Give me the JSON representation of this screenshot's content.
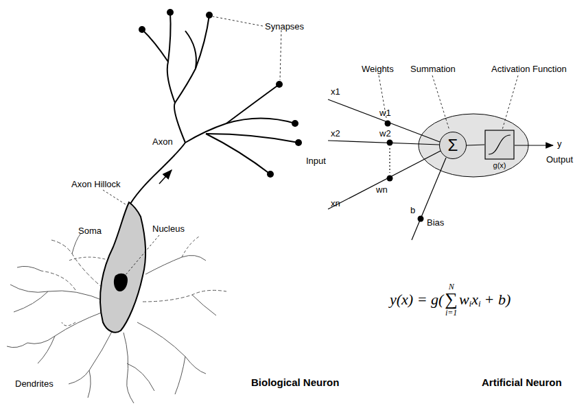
{
  "diagram": {
    "nodes": [
      {
        "text": [
          "Σ"
        ]
      },
      {
        "text": [
          "g(x)"
        ]
      }
    ],
    "edges": [
      {
        "from": 0,
        "to": 1,
        "arrow": "none"
      }
    ],
    "labels": [
      "Synapses",
      "Axon",
      "Axon Hillock",
      "Soma",
      "Nucleus",
      "Dendrites",
      "Biological Neuron",
      "Weights",
      "Summation",
      "Activation Function",
      "x1",
      "w1",
      "x2",
      "w2",
      "Input",
      "xn",
      "wn",
      "b",
      "Bias",
      "y",
      "Output",
      "y(x) = g(",
      "N",
      "i=1",
      "∑",
      "w",
      "i",
      "x",
      "i",
      "+ b)",
      "Artificial Neuron"
    ]
  }
}
